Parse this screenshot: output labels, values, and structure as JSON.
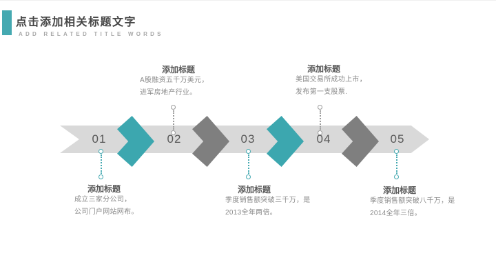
{
  "header": {
    "title": "点击添加相关标题文字",
    "subtitle": "ADD RELATED TITLE WORDS"
  },
  "colors": {
    "accent_teal": "#45a9b1",
    "chevron_teal": "#3ca7af",
    "chevron_gray": "#7f7f7f",
    "band_gray": "#d9d9d9",
    "number_gray": "#595959",
    "body_text_gray": "#8a8a8a",
    "connector_gray": "#9b9b9b"
  },
  "timeline": {
    "steps": [
      {
        "number": "01"
      },
      {
        "number": "02"
      },
      {
        "number": "03"
      },
      {
        "number": "04"
      },
      {
        "number": "05"
      }
    ]
  },
  "callouts": {
    "top": [
      {
        "heading": "添加标题",
        "line1": "A股融资五千万美元，",
        "line2": "进军房地产行业。"
      },
      {
        "heading": "添加标题",
        "line1": "美国交易所成功上市，",
        "line2": "发布第一支股票."
      }
    ],
    "bottom": [
      {
        "heading": "添加标题",
        "line1": "成立三家分公司，",
        "line2": "公司门户网站网布。"
      },
      {
        "heading": "添加标题",
        "line1": "季度销售额突破三千万，是",
        "line2": "2013全年两倍。"
      },
      {
        "heading": "添加标题",
        "line1": "季度销售额突破八千万，是",
        "line2": "2014全年三倍。"
      }
    ]
  }
}
